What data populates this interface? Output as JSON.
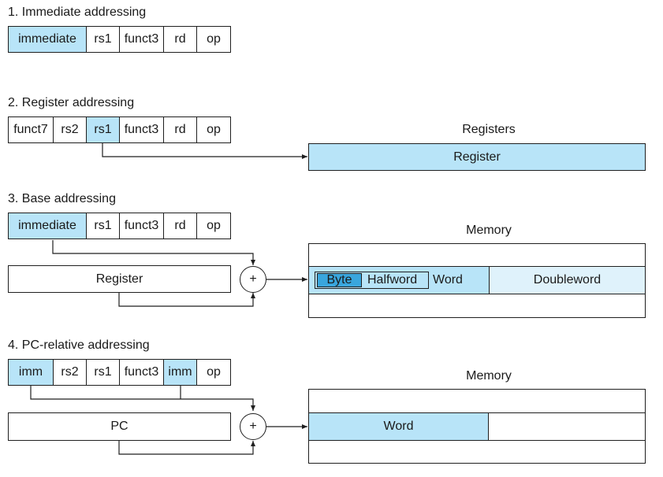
{
  "sections": [
    {
      "title": "1.  Immediate addressing",
      "fields": [
        "immediate",
        "rs1",
        "funct3",
        "rd",
        "op"
      ]
    },
    {
      "title": "2. Register addressing",
      "fields": [
        "funct7",
        "rs2",
        "rs1",
        "funct3",
        "rd",
        "op"
      ],
      "target_label": "Registers",
      "target_box": "Register"
    },
    {
      "title": "3.  Base addressing",
      "fields": [
        "immediate",
        "rs1",
        "funct3",
        "rd",
        "op"
      ],
      "register_box": "Register",
      "adder": "+",
      "memory_label": "Memory",
      "byte": "Byte",
      "halfword": "Halfword",
      "word": "Word",
      "doubleword": "Doubleword"
    },
    {
      "title": "4.  PC-relative addressing",
      "fields": [
        "imm",
        "rs2",
        "rs1",
        "funct3",
        "imm",
        "op"
      ],
      "pc_box": "PC",
      "adder": "+",
      "memory_label": "Memory",
      "word": "Word"
    }
  ],
  "colors": {
    "highlight": "#b8e4f8",
    "light_highlight": "#dff2fb",
    "byte_fill": "#3aa6dd",
    "line": "#1f1f1f"
  }
}
